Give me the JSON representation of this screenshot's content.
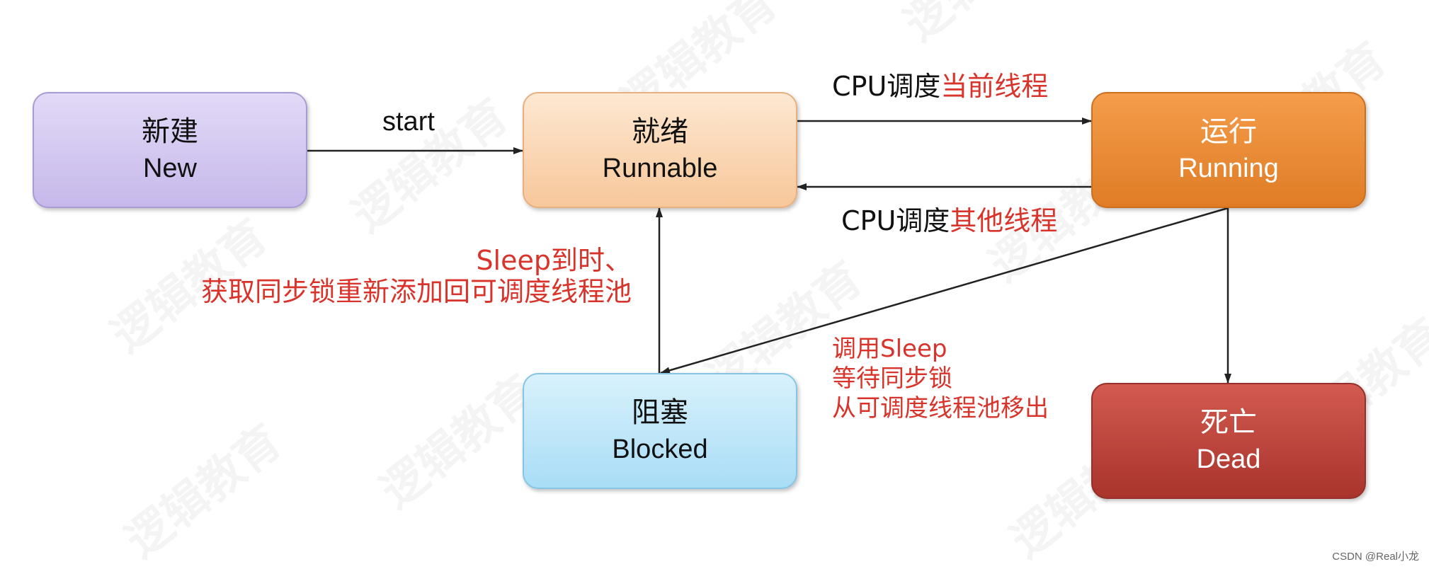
{
  "nodes": {
    "new": {
      "zh": "新建",
      "en": "New"
    },
    "runnable": {
      "zh": "就绪",
      "en": "Runnable"
    },
    "running": {
      "zh": "运行",
      "en": "Running"
    },
    "blocked": {
      "zh": "阻塞",
      "en": "Blocked"
    },
    "dead": {
      "zh": "死亡",
      "en": "Dead"
    }
  },
  "edges": {
    "start": "start",
    "cpu_current": {
      "prefix": "CPU调度",
      "suffix": "当前线程"
    },
    "cpu_other": {
      "prefix": "CPU调度",
      "suffix": "其他线程"
    },
    "blocked_to_runnable": {
      "line1": "Sleep到时、",
      "line2": "获取同步锁重新添加回可调度线程池"
    },
    "running_to_blocked": {
      "line1_prefix": "调用",
      "line1_suffix": "Sleep",
      "line2": "等待同步锁",
      "line3": "从可调度线程池移出"
    }
  },
  "watermark": "逻辑教育",
  "footer": "CSDN @Real小龙",
  "colors": {
    "label_red": "#d9342b",
    "label_black": "#111111",
    "arrow": "#222222"
  }
}
